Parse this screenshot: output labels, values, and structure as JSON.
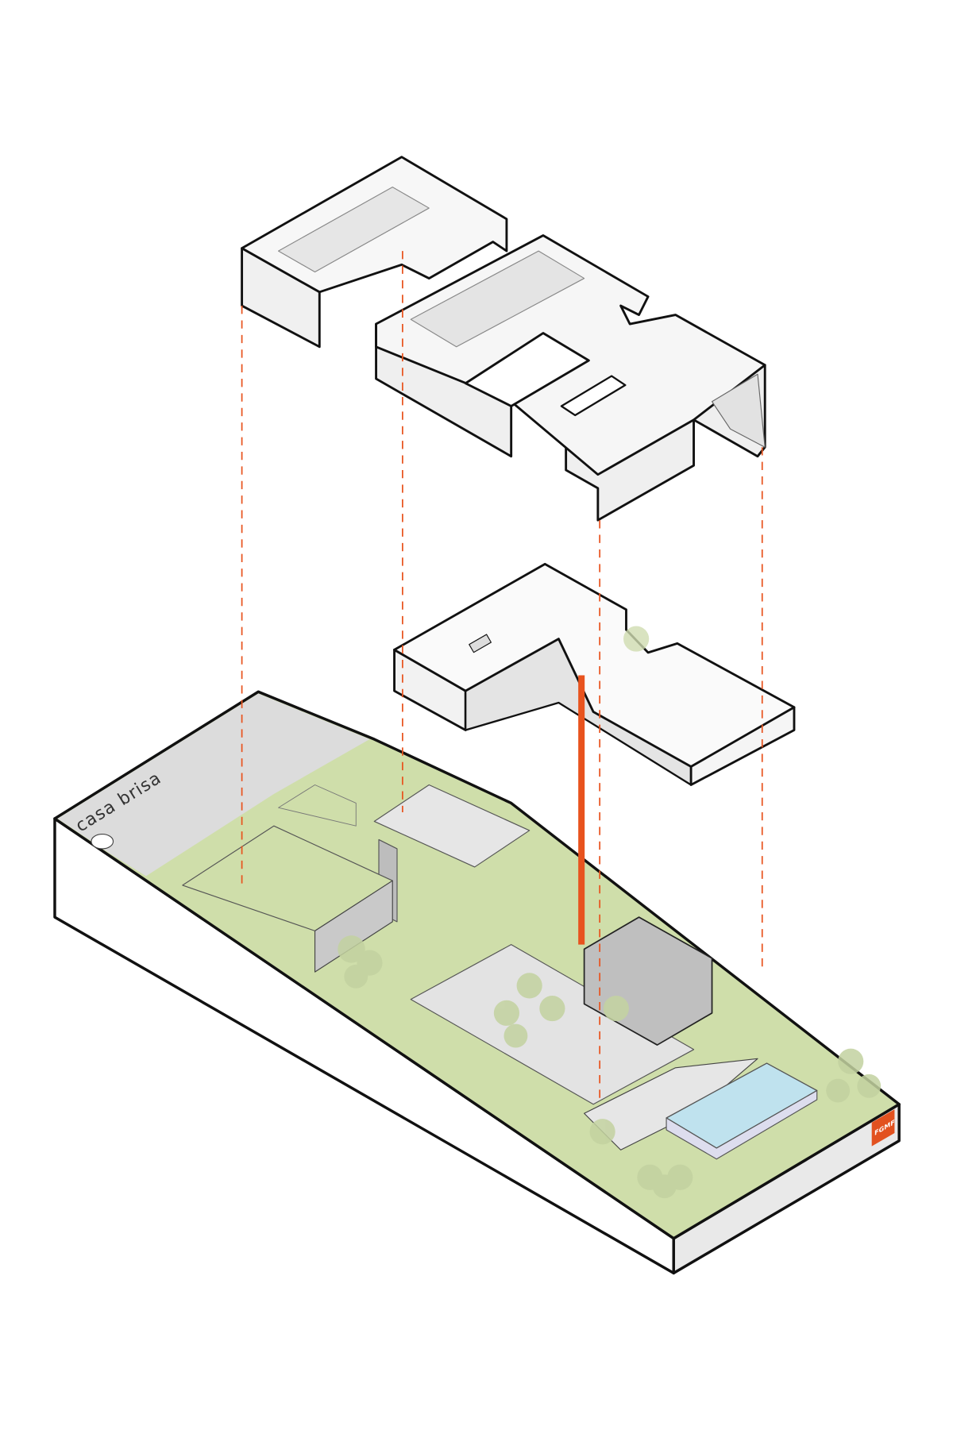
{
  "title": "casa brisa",
  "logo": {
    "text": "FGMF",
    "color": "#e2511f"
  },
  "colors": {
    "accent_orange": "#e8531e",
    "lawn_green": "#cfdeaa",
    "pool_blue": "#bfe2ee",
    "paving_gray": "#dcdcdc",
    "outline": "#111111"
  },
  "layers": [
    "roof",
    "upper-floor",
    "site-ground-floor"
  ]
}
